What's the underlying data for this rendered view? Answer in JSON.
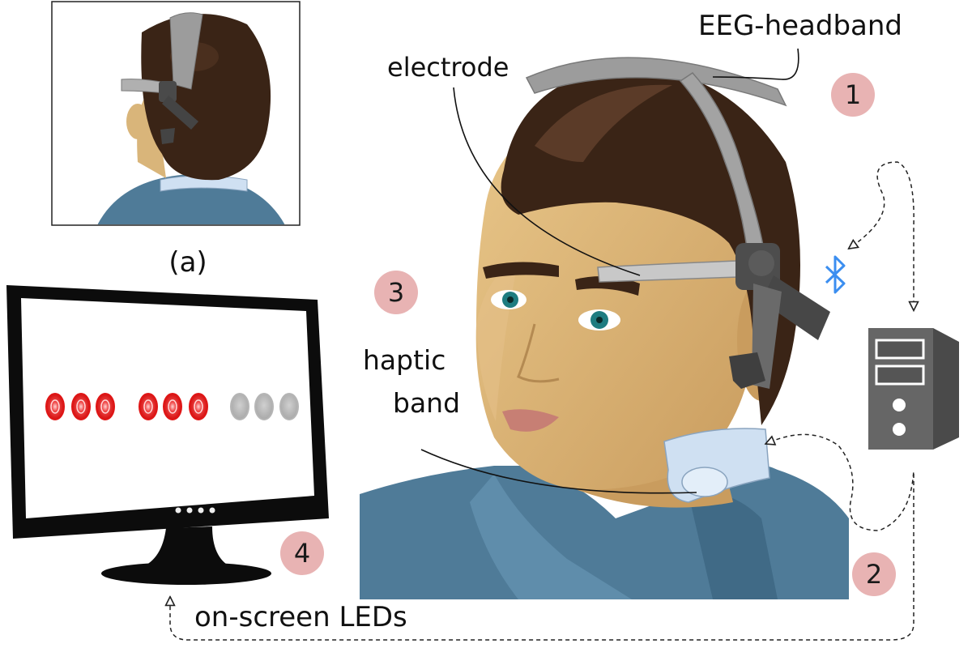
{
  "labels": {
    "eeg_headband": "EEG-headband",
    "electrode": "electrode",
    "haptic_line1": "haptic",
    "haptic_line2": "band",
    "inset_caption": "(a)",
    "onscreen_leds": "on-screen LEDs"
  },
  "badges": [
    "1",
    "2",
    "3",
    "4"
  ],
  "colors": {
    "badge_fill": "#e8b3b3",
    "led_active": "#e01616",
    "led_inactive": "#b5b5b5",
    "bluetooth": "#3b8ef0",
    "shirt": "#4f7b98",
    "skin": "#d9b57a",
    "hair": "#3a2416",
    "headband": "#9c9c9c",
    "haptic_band": "#cfe0f2",
    "computer": "#6e6e6e"
  },
  "icons": {
    "wireless": "bluetooth-icon",
    "pc": "desktop-computer-icon",
    "display": "monitor-icon"
  },
  "leds": {
    "active_count": 6,
    "inactive_count": 3
  }
}
